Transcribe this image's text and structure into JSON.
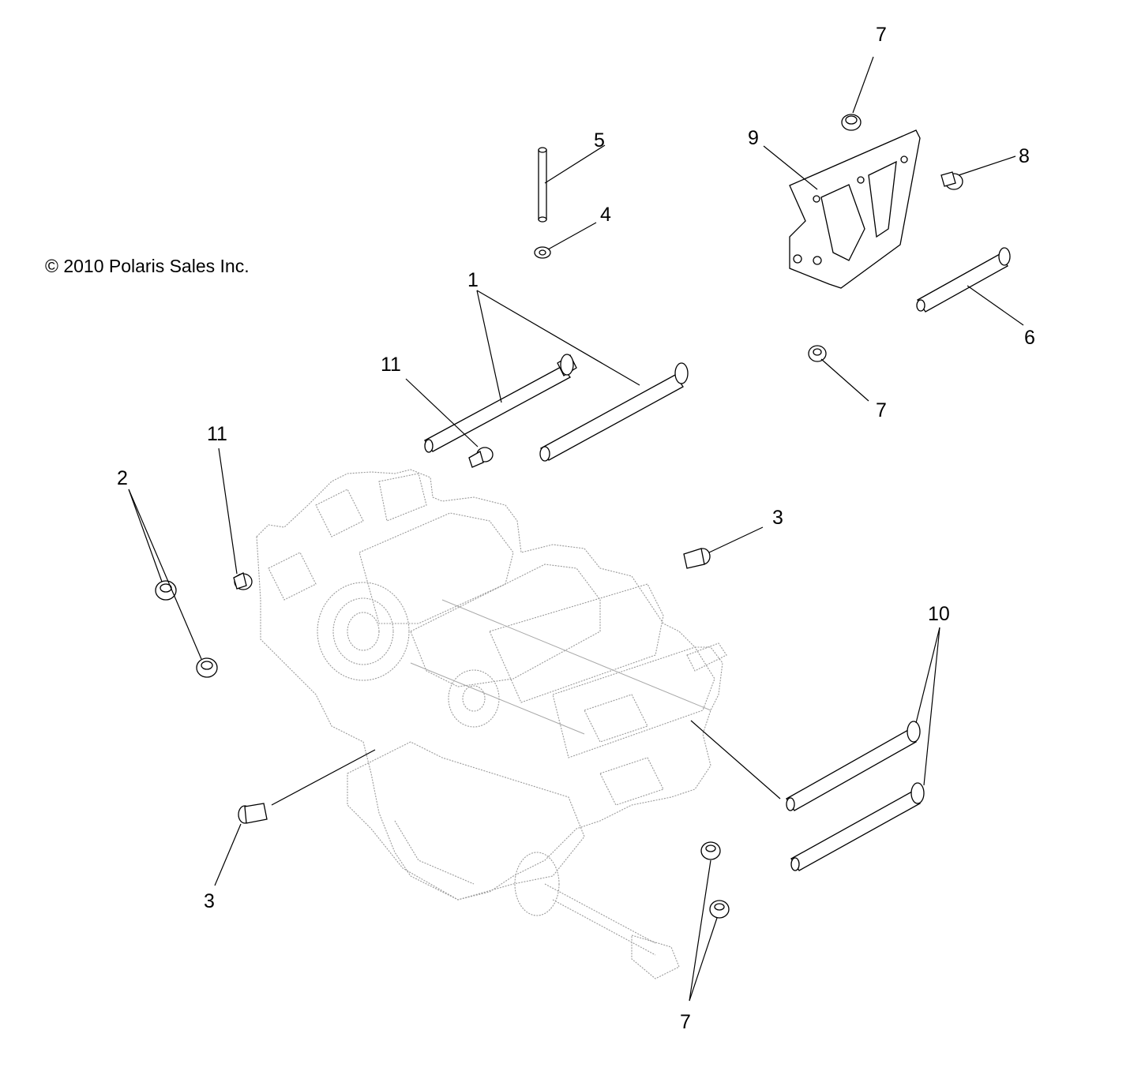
{
  "copyright": "© 2010 Polaris Sales Inc.",
  "callouts": {
    "c1": "1",
    "c2": "2",
    "c3a": "3",
    "c3b": "3",
    "c4": "4",
    "c5": "5",
    "c6": "6",
    "c7a": "7",
    "c7b": "7",
    "c7c": "7",
    "c8": "8",
    "c9": "9",
    "c10": "10",
    "c11a": "11",
    "c11b": "11"
  }
}
